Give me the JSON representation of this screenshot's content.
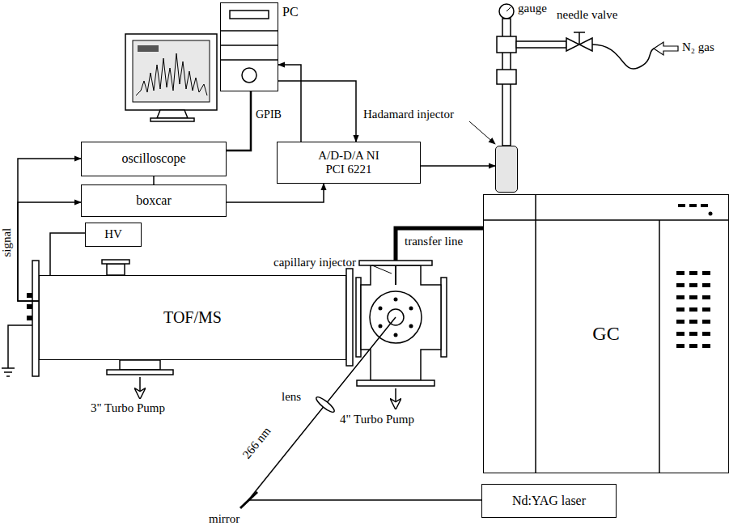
{
  "diagram": {
    "nodes": [
      {
        "text": [
          "PC"
        ]
      },
      {
        "text": [
          "oscilloscope"
        ]
      },
      {
        "text": [
          "boxcar"
        ]
      },
      {
        "text": [
          "A/D-D/A NI PCI 6221"
        ]
      },
      {
        "text": [
          "Hadamard injector"
        ]
      },
      {
        "text": [
          "HV"
        ]
      },
      {
        "text": [
          "TOF/MS"
        ]
      },
      {
        "text": [
          "GC"
        ]
      },
      {
        "text": [
          "Nd:YAG laser"
        ]
      }
    ],
    "edges": [
      {
        "from": 3,
        "to": 0,
        "arrow": "to"
      },
      {
        "from": 0,
        "to": 3,
        "arrow": "to"
      },
      {
        "from": 1,
        "to": 0,
        "arrow": "none",
        "label": "GPIB"
      },
      {
        "from": 1,
        "to": 2,
        "arrow": "none"
      },
      {
        "from": 2,
        "to": 3,
        "arrow": "to"
      },
      {
        "from": 3,
        "to": 4,
        "arrow": "to"
      },
      {
        "from": 6,
        "to": 1,
        "arrow": "to"
      },
      {
        "from": 6,
        "to": 2,
        "arrow": "to"
      },
      {
        "from": 5,
        "to": 6,
        "arrow": "none"
      }
    ],
    "labels": [
      "gauge",
      "needle valve",
      "N₂ gas",
      "transfer line",
      "capillary injector",
      "signal",
      "3\" Turbo Pump",
      "4\" Turbo Pump",
      "lens",
      "266 nm",
      "mirror"
    ]
  }
}
